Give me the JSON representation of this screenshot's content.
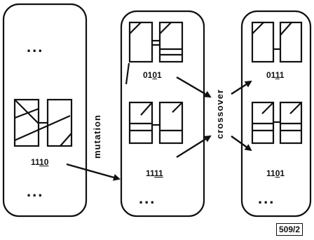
{
  "panels": [
    {
      "id": "left",
      "top_dots": "...",
      "bottom_dots": "...",
      "label_prefix": "11",
      "label_underlined": "10"
    },
    {
      "id": "middle",
      "upper_label_prefix": "01",
      "upper_label_underlined": "0",
      "upper_label_suffix": "1",
      "lower_label_prefix": "11",
      "lower_label_underlined": "11",
      "bottom_dots": "..."
    },
    {
      "id": "right",
      "upper_label_prefix": "01",
      "upper_label_underlined": "1",
      "upper_label_suffix": "1",
      "lower_label_prefix": "11",
      "lower_label_underlined": "0",
      "lower_label_suffix": "1",
      "bottom_dots": "..."
    }
  ],
  "labels": {
    "mutation": "mutation",
    "crossover": "crossover"
  },
  "reference": "509/2"
}
